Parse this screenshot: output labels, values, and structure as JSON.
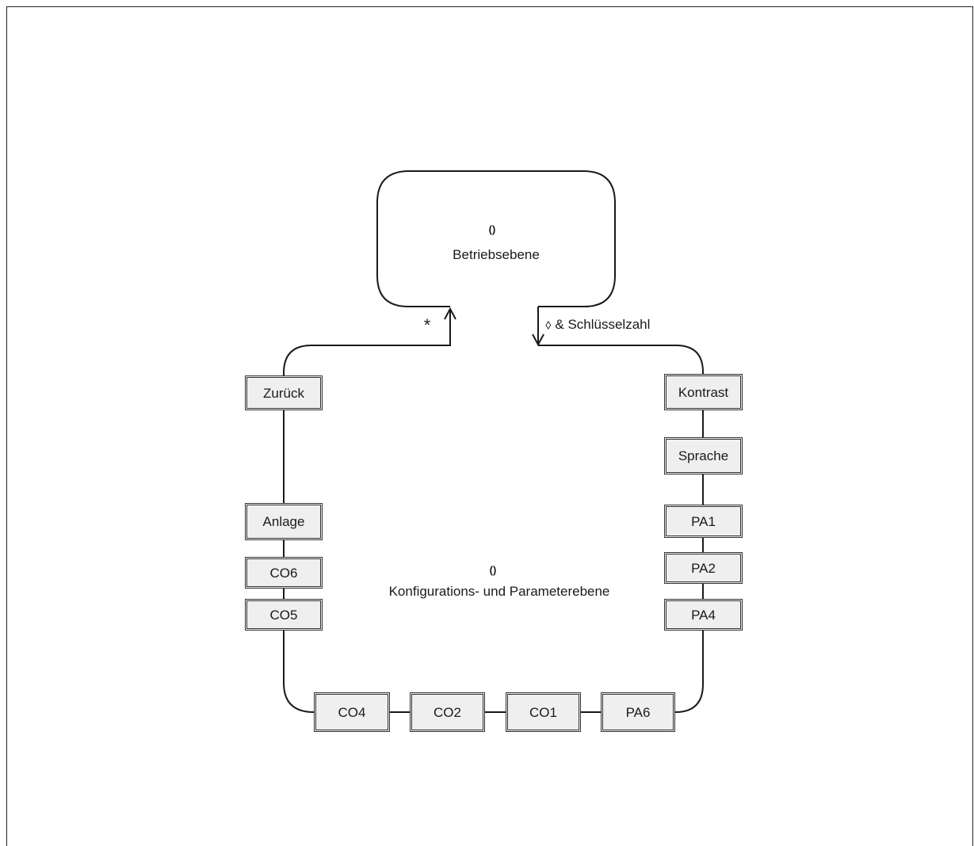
{
  "top_state": {
    "icon": "()",
    "label": "Betriebsebene"
  },
  "bottom_state": {
    "icon": "()",
    "label": "Konfigurations- und Parameterebene"
  },
  "transitions": {
    "enter": {
      "icon": "⬨",
      "label": "& Schlüsselzahl"
    },
    "exit": {
      "icon": "*"
    }
  },
  "left_column": [
    "Zurück",
    "Anlage",
    "CO6",
    "CO5"
  ],
  "right_column": [
    "Kontrast",
    "Sprache",
    "PA1",
    "PA2",
    "PA4"
  ],
  "bottom_row": [
    "CO4",
    "CO2",
    "CO1",
    "PA6"
  ]
}
